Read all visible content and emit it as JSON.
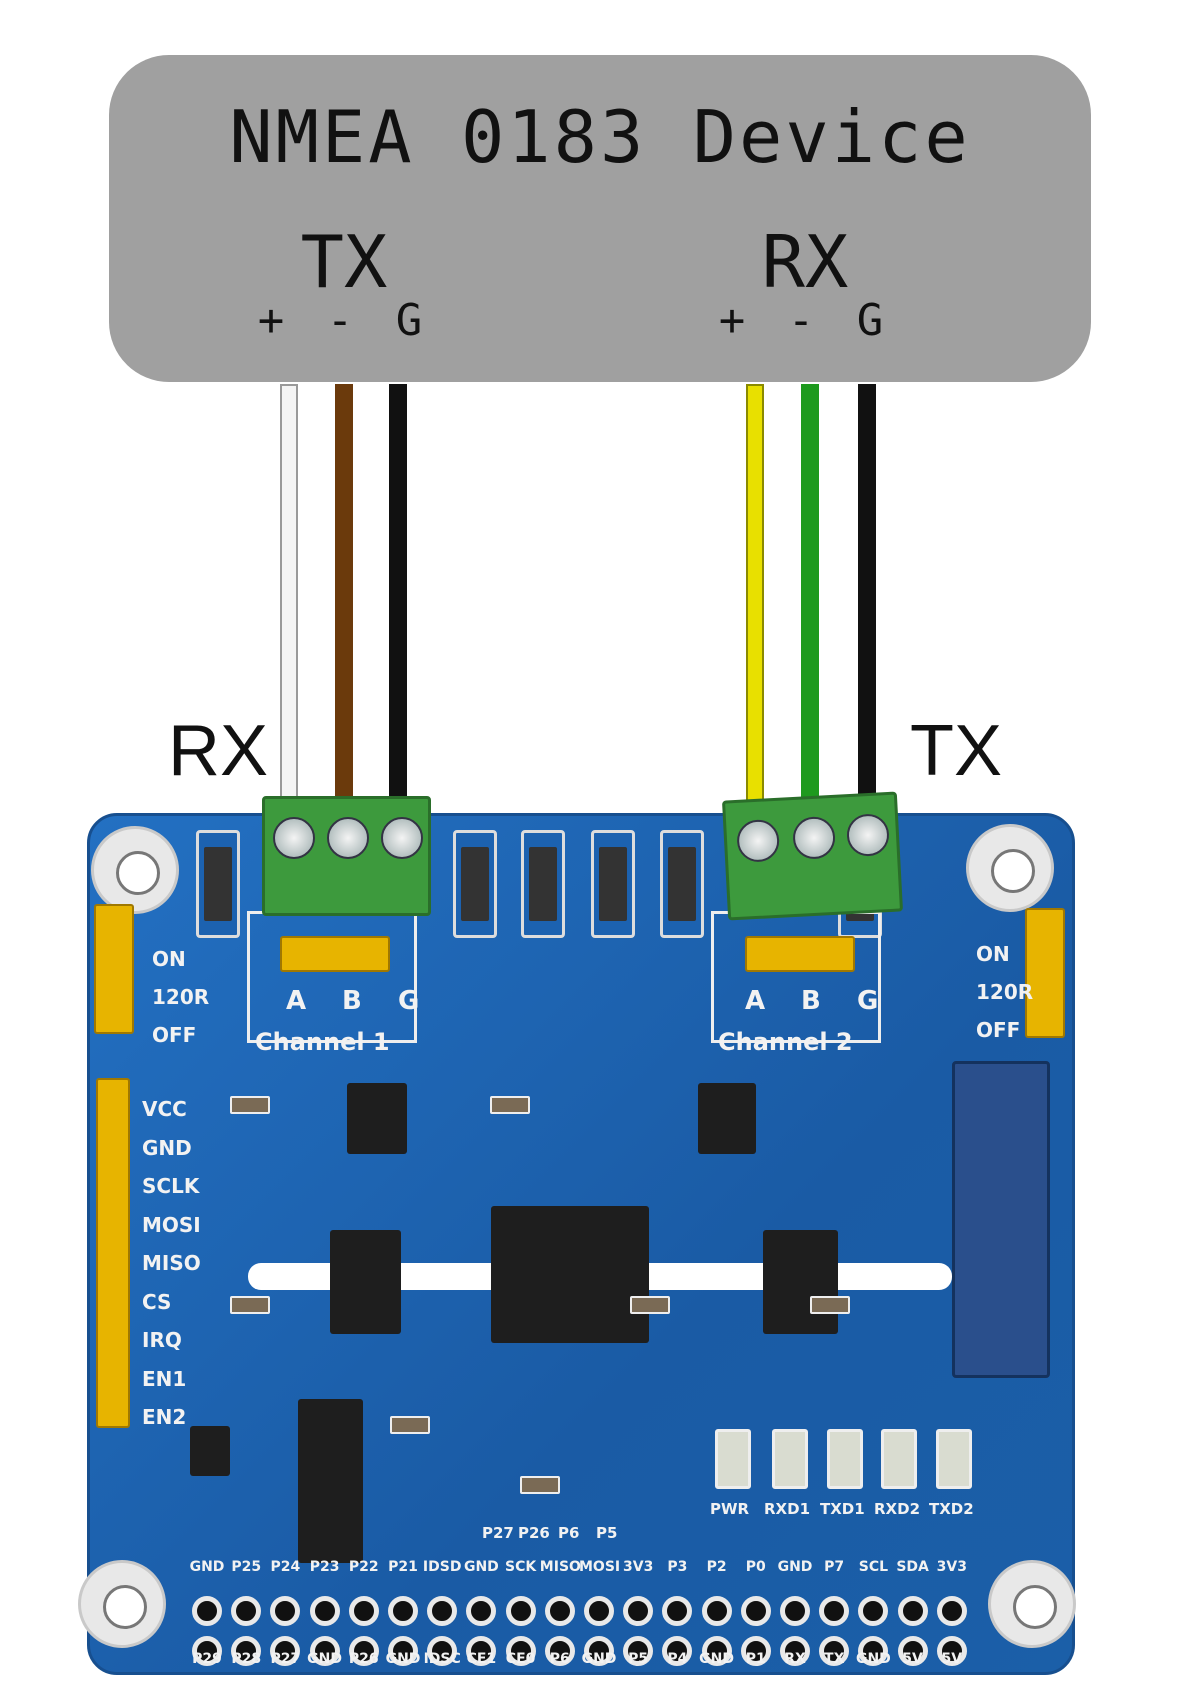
{
  "device": {
    "title": "NMEA 0183 Device",
    "tx_label": "TX",
    "rx_label": "RX",
    "tx_polarity": "+ - G",
    "rx_polarity": "+ - G"
  },
  "board_labels": {
    "rx": "RX",
    "tx": "TX"
  },
  "wire_colors": {
    "left": [
      "#f4f4f4",
      "#6b3a0c",
      "#111111"
    ],
    "right": [
      "#e8e000",
      "#1e9a1e",
      "#111111"
    ]
  },
  "board": {
    "channel1": {
      "name": "Channel 1",
      "pins": [
        "A",
        "B",
        "G"
      ]
    },
    "channel2": {
      "name": "Channel 2",
      "pins": [
        "A",
        "B",
        "G"
      ]
    },
    "jumper_left": [
      "ON",
      "120R",
      "OFF"
    ],
    "jumper_right": [
      "ON",
      "120R",
      "OFF"
    ],
    "spi_pins": [
      "VCC",
      "GND",
      "SCLK",
      "MOSI",
      "MISO",
      "CS",
      "IRQ",
      "EN1",
      "EN2"
    ],
    "leds": [
      "PWR",
      "RXD1",
      "TXD1",
      "RXD2",
      "TXD2"
    ],
    "solder_pads": [
      "P27",
      "P26",
      "P6",
      "P5"
    ],
    "header_top": [
      "GND",
      "P25",
      "P24",
      "P23",
      "P22",
      "P21",
      "IDSD",
      "GND",
      "SCK",
      "MISO",
      "MOSI",
      "3V3",
      "P3",
      "P2",
      "P0",
      "GND",
      "P7",
      "SCL",
      "SDA",
      "3V3"
    ],
    "header_bottom": [
      "P29",
      "P28",
      "P27",
      "GND",
      "P26",
      "GND",
      "IDSC",
      "CE1",
      "CE0",
      "P6",
      "GND",
      "P5",
      "P4",
      "GND",
      "P1",
      "RX",
      "TX",
      "GND",
      "5V",
      "5V"
    ]
  }
}
